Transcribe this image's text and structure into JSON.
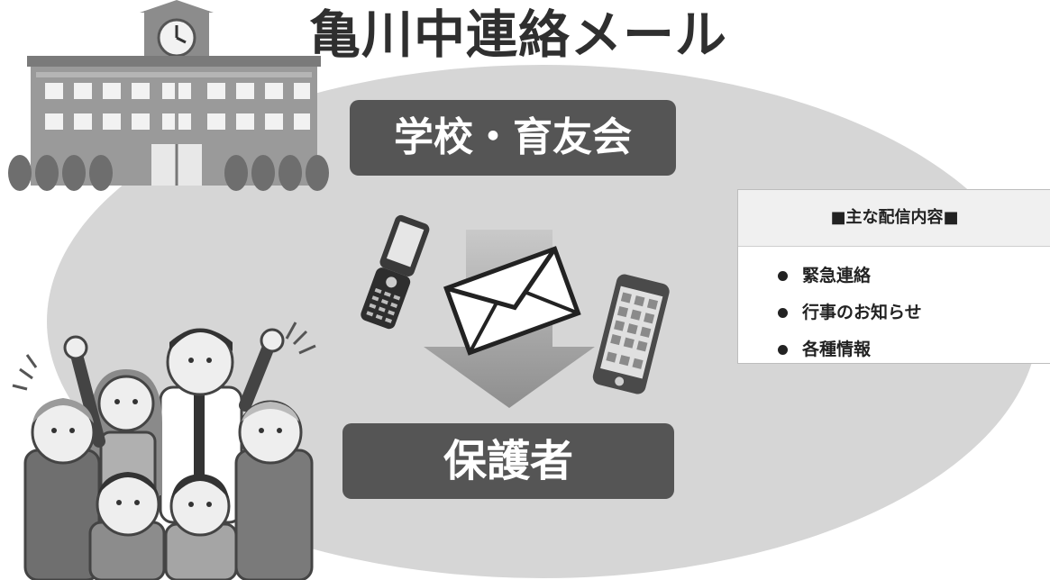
{
  "title": "亀川中連絡メール",
  "nodes": {
    "sender": "学校・育友会",
    "receiver": "保護者"
  },
  "info_box": {
    "heading": "■主な配信内容■",
    "items": [
      "緊急連絡",
      "行事のお知らせ",
      "各種情報"
    ]
  },
  "icons": [
    "school-building-icon",
    "flip-phone-icon",
    "envelope-icon",
    "smartphone-icon",
    "down-arrow-icon",
    "family-illustration-icon"
  ]
}
